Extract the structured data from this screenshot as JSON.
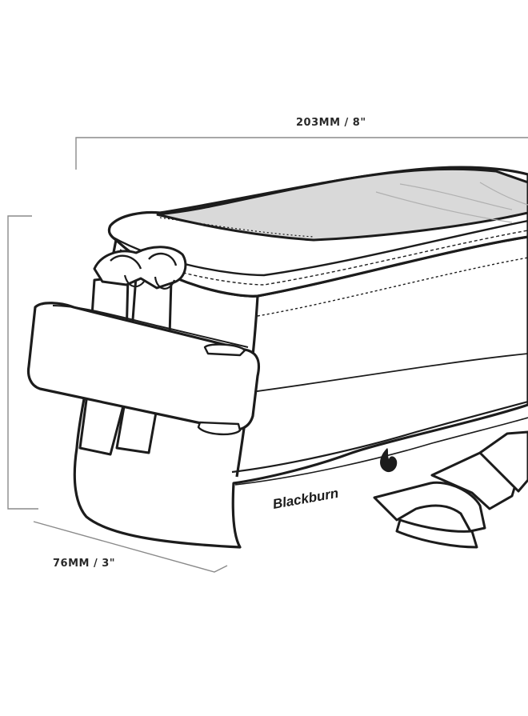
{
  "dimensions": {
    "width_label": "203MM / 8\"",
    "depth_label": "76MM / 3\""
  },
  "brand": {
    "logo_text": "Blackburn"
  },
  "colors": {
    "outline": "#1c1c1c",
    "dimension_line": "#8a8a8a",
    "window_fill": "#d9d9d9",
    "background": "#ffffff"
  }
}
